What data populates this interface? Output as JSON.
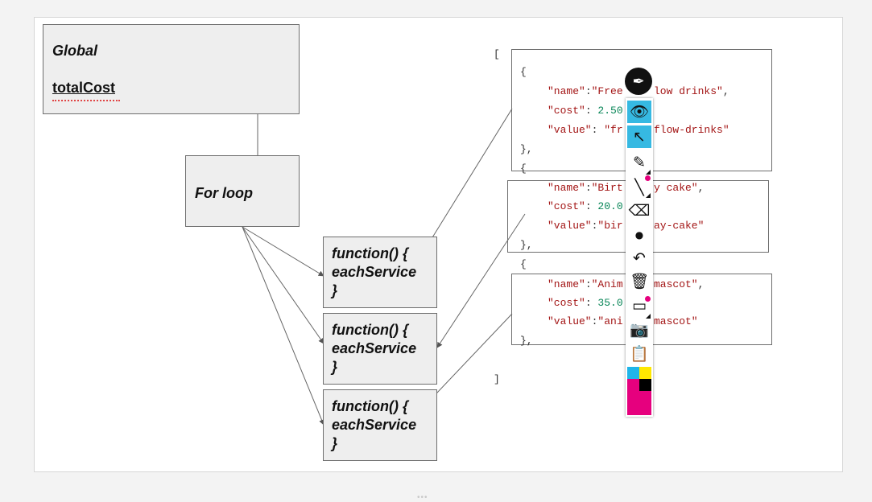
{
  "global_box": {
    "title": "Global",
    "variable": "totalCost"
  },
  "loop_box": {
    "label": "For loop"
  },
  "functions": [
    {
      "line1": "function() {",
      "line2": "eachService",
      "line3": "}"
    },
    {
      "line1": "function() {",
      "line2": "eachService",
      "line3": "}"
    },
    {
      "line1": "function() {",
      "line2": "eachService",
      "line3": "}"
    }
  ],
  "json": {
    "open_bracket": "[",
    "close_bracket": "]",
    "open_brace": "{",
    "close_brace": "},",
    "name_key": "\"name\"",
    "cost_key": "\"cost\"",
    "value_key": "\"value\"",
    "items": [
      {
        "name": "\"Free flow drinks\"",
        "cost": "2.50",
        "value": "\"free-flow-drinks\""
      },
      {
        "name": "\"Birthday cake\"",
        "cost": "20.00",
        "value": "\"birthday-cake\""
      },
      {
        "name": "\"Animal mascot\"",
        "cost": "35.00",
        "value": "\"animal-mascot\""
      }
    ],
    "visible": [
      {
        "name": "\"Free ",
        "name_tail": "low drinks\"",
        "cost": "2.50",
        "value": "\"fr",
        "value_tail": "flow-drinks\""
      },
      {
        "name": "\"Birt",
        "name_tail": "y cake\"",
        "cost": "20.0",
        "value": "\"bir",
        "value_tail": "ay-cake\""
      },
      {
        "name": "\"Anim",
        "name_tail": "mascot\"",
        "cost": "35.0",
        "value": "\"ani",
        "value_tail": "mascot\""
      }
    ]
  },
  "toolbar": {
    "logo_icon": "pen-nib-icon",
    "tools": [
      "eye-icon",
      "pointer-icon",
      "marker-icon",
      "line-icon",
      "eraser-icon",
      "dot-icon",
      "undo-icon",
      "trash-icon",
      "board-icon",
      "camera-icon",
      "clipboard-icon"
    ],
    "colors": {
      "cyan": "#1fb5e9",
      "yellow": "#ffe800",
      "black": "#000000",
      "magenta": "#e6007e",
      "active": "#36b9e2"
    }
  },
  "resize_handle": "•••"
}
